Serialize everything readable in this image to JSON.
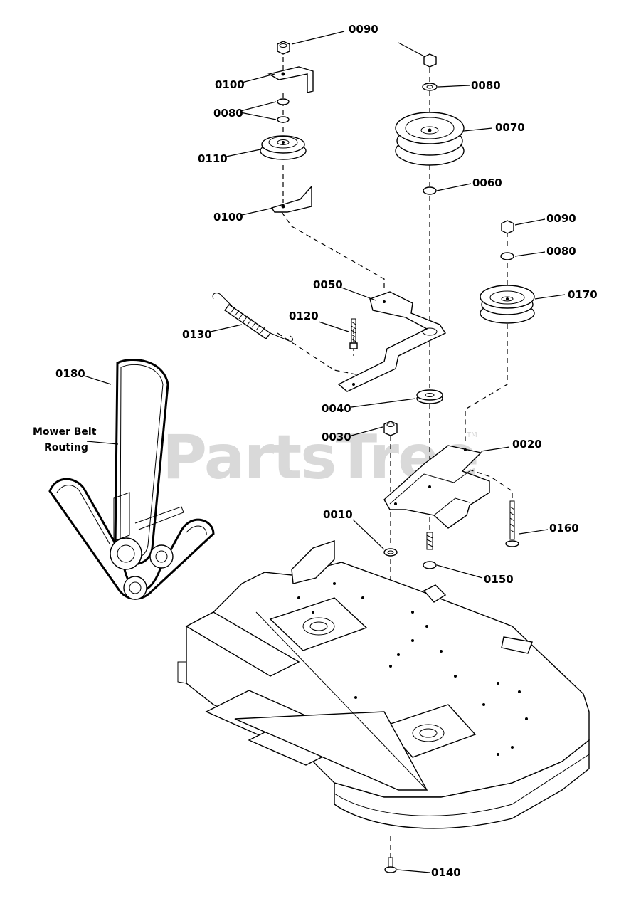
{
  "watermark": {
    "text": "PartsTree",
    "tm": "TM"
  },
  "callouts": {
    "c0090_top": "0090",
    "c0100_top": "0100",
    "c0080_left": "0080",
    "c0110": "0110",
    "c0100_bottom": "0100",
    "c0080_right": "0080",
    "c0070": "0070",
    "c0060": "0060",
    "c0090_right": "0090",
    "c0080_lower": "0080",
    "c0170": "0170",
    "c0050": "0050",
    "c0120": "0120",
    "c0130": "0130",
    "c0180": "0180",
    "belt_routing_line1": "Mower Belt",
    "belt_routing_line2": "Routing",
    "c0040": "0040",
    "c0030": "0030",
    "c0020": "0020",
    "c0010": "0010",
    "c0160": "0160",
    "c0150": "0150",
    "c0140": "0140"
  }
}
